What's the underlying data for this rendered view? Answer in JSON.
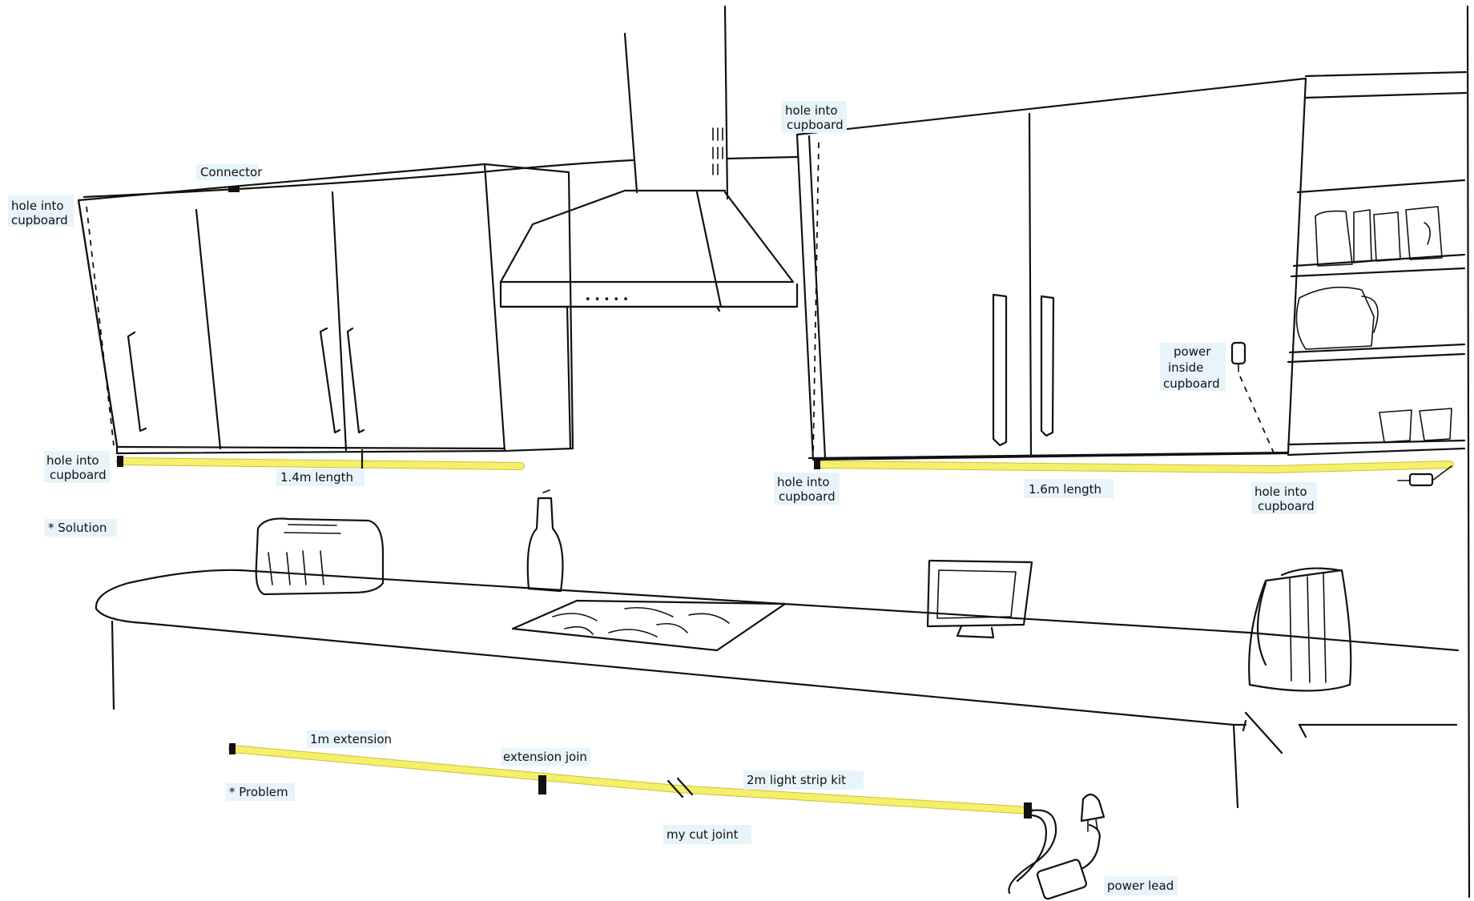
{
  "labels": {
    "hole_left_top": [
      "hole into",
      "cupboard"
    ],
    "connector": "Connector",
    "hole_left_bottom": [
      "hole into",
      "cupboard"
    ],
    "length_left": "1.4m length",
    "hole_right_top": [
      "hole into",
      "cupboard"
    ],
    "power_inside": [
      "power",
      "inside",
      "cupboard"
    ],
    "hole_right_bottom_left": [
      "hole into",
      "cupboard"
    ],
    "length_right": "1.6m length",
    "hole_right_bottom_right": [
      "hole into",
      "cupboard"
    ],
    "solution": "* Solution",
    "problem": "* Problem",
    "extension_1m": "1m extension",
    "extension_join": "extension join",
    "light_strip_kit": "2m light strip kit",
    "cut_joint": "my cut joint",
    "power_lead": "power lead"
  },
  "colors": {
    "ink": "#111111",
    "light_strip": "#f4f06a",
    "label_highlight": "#e7f4fa"
  }
}
